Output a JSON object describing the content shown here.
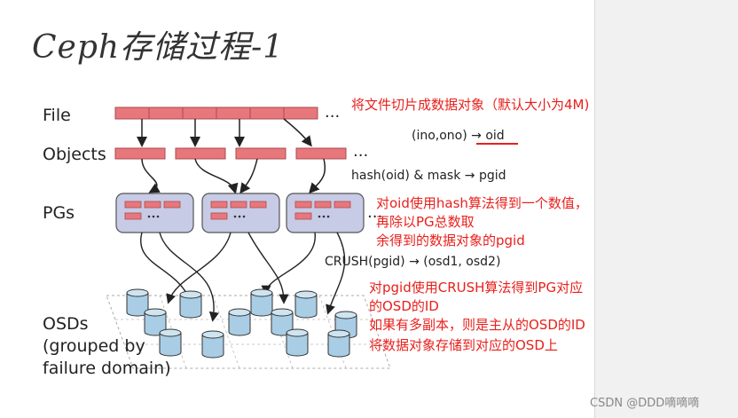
{
  "title": "Ceph存储过程-1",
  "labels": {
    "file": "File",
    "objects": "Objects",
    "pgs": "PGs",
    "osds_line1": "OSDs",
    "osds_line2": "(grouped by",
    "osds_line3": "failure domain)"
  },
  "formulas": {
    "oid": "(ino,ono) → oid",
    "hash": "hash(oid) & mask → pgid",
    "crush": "CRUSH(pgid) → (osd1, osd2)"
  },
  "notes": {
    "file_note": "将文件切片成数据对象（默认大小为4M)",
    "pg_note_line1": "对oid使用hash算法得到一个数值，再除以PG总数取",
    "pg_note_line2": "余得到的数据对象的pgid",
    "osd_note_line1": "对pgid使用CRUSH算法得到PG对应的OSD的ID",
    "osd_note_line2": "如果有多副本，则是主从的OSD的ID",
    "store_note": "将数据对象存储到对应的OSD上"
  },
  "ellipsis": "...",
  "watermark": "CSDN @DDD嘀嘀嘀",
  "colors": {
    "segment": "#e8777b",
    "pg_box": "#c7cbe6",
    "disk": "#a9cde4",
    "note": "#e8201c"
  }
}
